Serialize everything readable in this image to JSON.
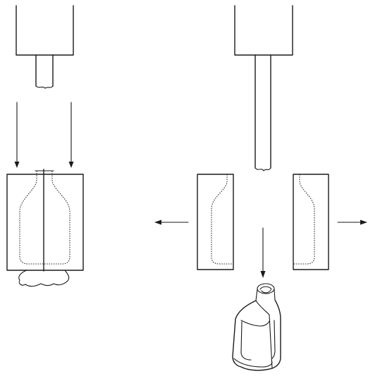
{
  "diagram": {
    "stages": [
      {
        "id": "clamp",
        "parts": [
          "extrusion-head",
          "parison-tube",
          "closing-mold",
          "bottle-parison",
          "pinch-off-flash"
        ]
      },
      {
        "id": "eject",
        "parts": [
          "extrusion-head",
          "blow-pin",
          "opened-mold-left",
          "opened-mold-right",
          "ejected-bottle"
        ]
      }
    ],
    "arrows": [
      "mold-closing-left",
      "mold-closing-right",
      "mold-opening-left",
      "mold-opening-right",
      "part-ejection-down"
    ],
    "colors": {
      "stroke": "#1a1a1a",
      "background": "#ffffff"
    }
  }
}
